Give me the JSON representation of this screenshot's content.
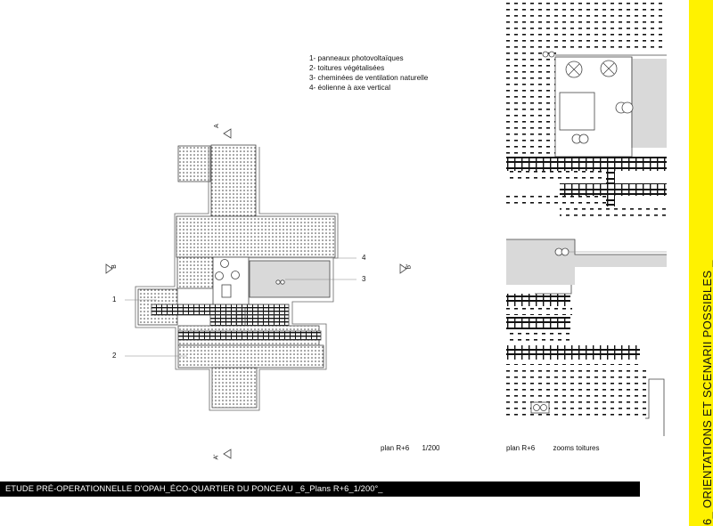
{
  "legend": {
    "items": [
      "1- panneaux photovoltaïques",
      "2- toitures végétalisées",
      "3- cheminées de ventilation naturelle",
      "4- éolienne à axe vertical"
    ]
  },
  "plan": {
    "caption_label": "plan R+6",
    "caption_scale": "1/200",
    "callouts": [
      "1",
      "2",
      "3",
      "4"
    ],
    "sections": {
      "a_top": "A",
      "a_bottom": "A'",
      "b_left": "B",
      "b_right": "B'"
    }
  },
  "zoom": {
    "caption_label": "plan R+6",
    "caption_title": "zooms toitures"
  },
  "footer": {
    "title": "ETUDE PRÉ-OPERATIONNELLE D'OPAH_ÉCO-QUARTIER DU PONCEAU _6_Plans R+6_1/200°_"
  },
  "sidebar": {
    "title": "6_   ORIENTATIONS ET SCENARII POSSIBLES _"
  },
  "colors": {
    "accent": "#fff200",
    "footer_bg": "#000000",
    "roof_grey": "#d9d9d9"
  }
}
